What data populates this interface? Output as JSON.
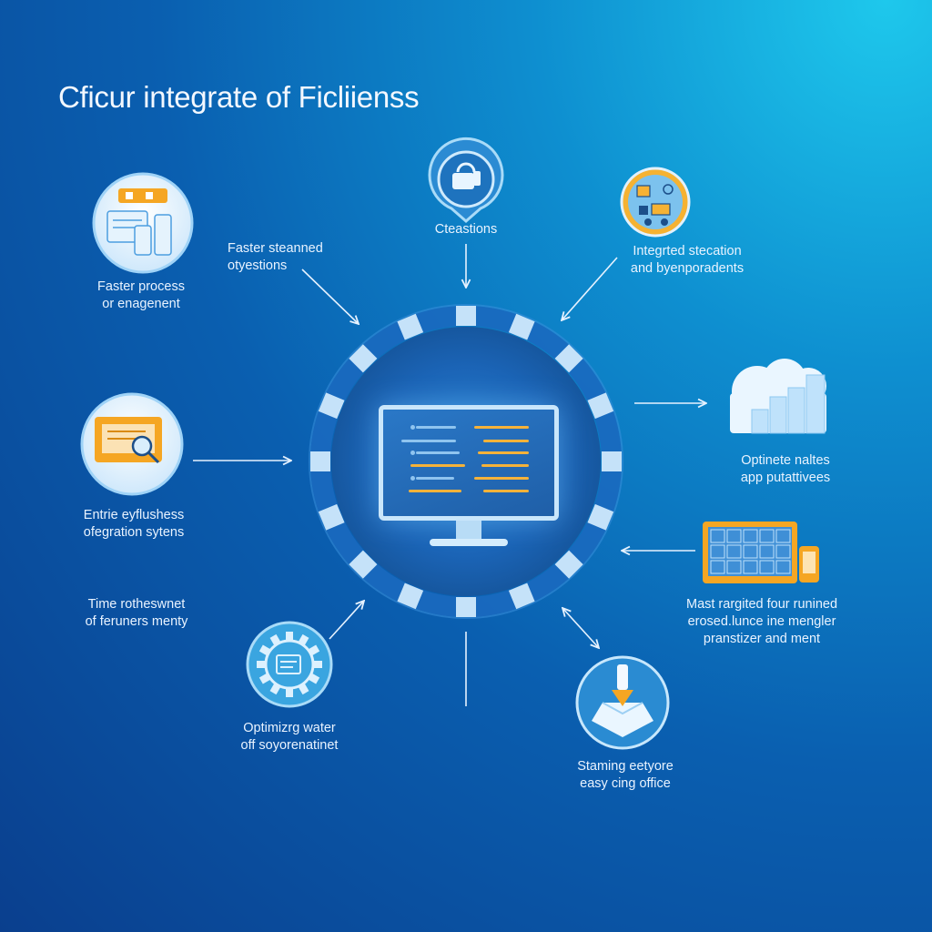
{
  "title": "Cficur integrate of Ficliienss",
  "nodes": {
    "top_left": {
      "line1": "Faster process",
      "line2": "or enagenent"
    },
    "arrow_tl": {
      "line1": "Faster steanned",
      "line2": "otyestions"
    },
    "top": {
      "line1": "Cteastions"
    },
    "top_right": {
      "line1": "Integrted stecation",
      "line2": "and byenporadents"
    },
    "right": {
      "line1": "Optinete naltes",
      "line2": "app putattivees"
    },
    "left": {
      "line1": "Entrie eyflushess",
      "line2": "ofegration sytens"
    },
    "mid_left": {
      "line1": "Time rotheswnet",
      "line2": "of feruners menty"
    },
    "right_low": {
      "line1": "Mast rargited four runined",
      "line2": "erosed.lunce ine mengler",
      "line3": "pranstizer and ment"
    },
    "bottom_left": {
      "line1": "Optimizrg water",
      "line2": "off soyorenatinet"
    },
    "bottom_right": {
      "line1": "Staming eetyore",
      "line2": "easy cing office"
    }
  },
  "colors": {
    "accent": "#f5a623",
    "light": "#cfe9fb",
    "ring": "#1e6fbf"
  }
}
